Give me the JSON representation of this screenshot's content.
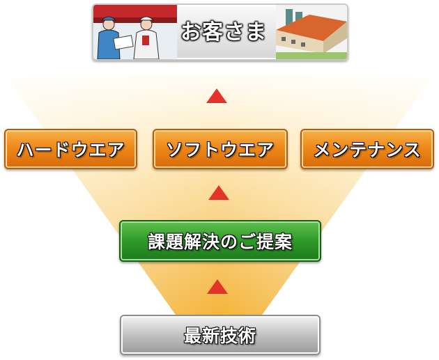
{
  "customer": {
    "label": "お客さま"
  },
  "services": [
    {
      "label": "ハードウエア"
    },
    {
      "label": "ソフトウエア"
    },
    {
      "label": "メンテナンス"
    }
  ],
  "solution": {
    "label": "課題解決のご提案"
  },
  "technology": {
    "label": "最新技術"
  },
  "colors": {
    "orange": "#ee8a1a",
    "green": "#2f9a2a",
    "gray": "#bdbdbd",
    "arrow": "#e3342c",
    "funnel": "#f7c45a"
  }
}
